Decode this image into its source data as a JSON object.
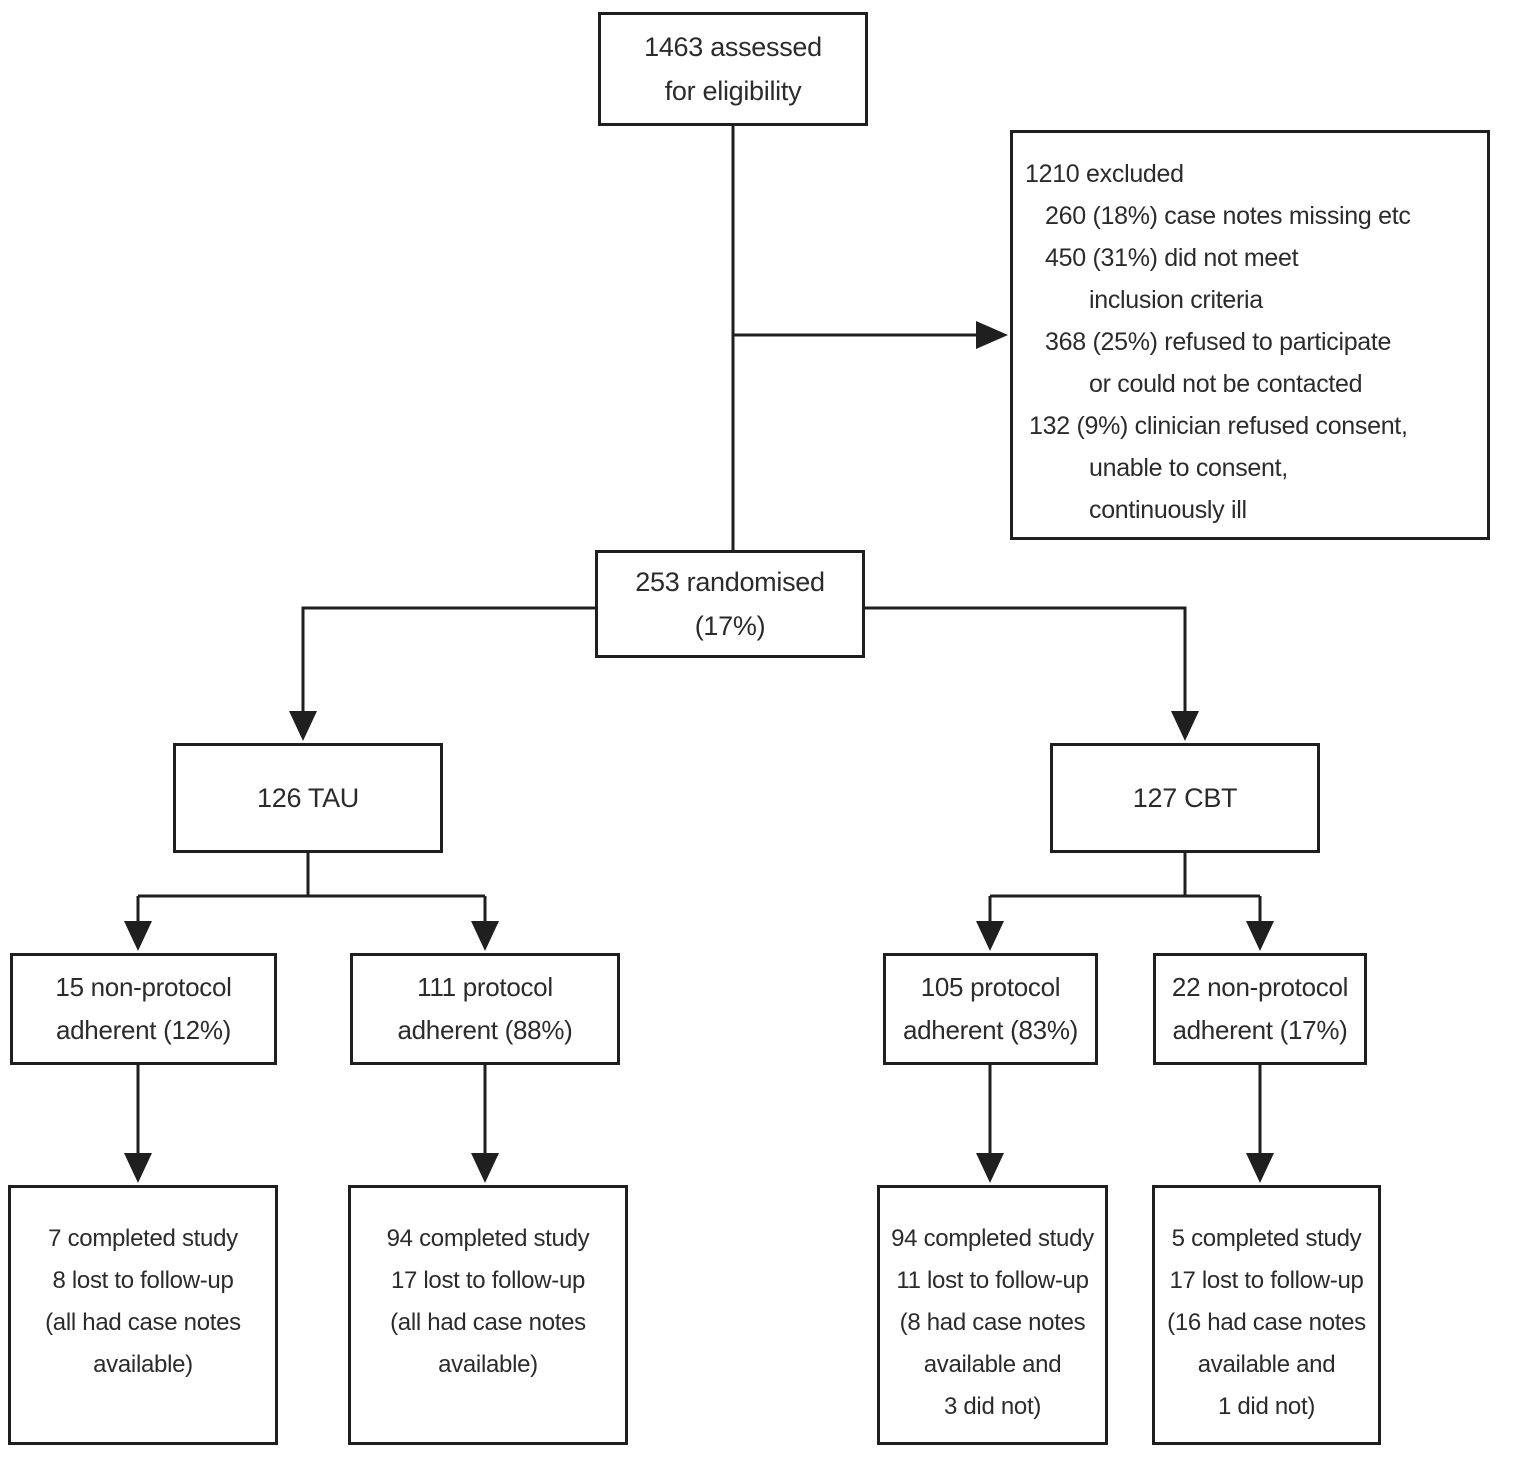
{
  "figure": {
    "title": "Trial flow diagram",
    "colors": {
      "line": "#1f1f1f",
      "background": "#ffffff",
      "text": "#2b2b2b"
    }
  },
  "boxes": {
    "assessed": {
      "lines": [
        "1463 assessed",
        "for eligibility"
      ]
    },
    "excluded": {
      "lines": [
        "1210 excluded",
        "260 (18%) case notes missing etc",
        "450 (31%) did not meet",
        "inclusion criteria",
        "368 (25%) refused to participate",
        "or could not be contacted",
        "132 (9%) clinician refused consent,",
        "unable to consent,",
        "continuously ill"
      ]
    },
    "randomised": {
      "lines": [
        "253 randomised",
        "(17%)"
      ]
    },
    "tau": {
      "lines": [
        "126 TAU"
      ]
    },
    "cbt": {
      "lines": [
        "127 CBT"
      ]
    },
    "tau_nonprotocol": {
      "lines": [
        "15 non-protocol",
        "adherent (12%)"
      ]
    },
    "tau_protocol": {
      "lines": [
        "111 protocol",
        "adherent (88%)"
      ]
    },
    "cbt_protocol": {
      "lines": [
        "105 protocol",
        "adherent (83%)"
      ]
    },
    "cbt_nonprotocol": {
      "lines": [
        "22 non-protocol",
        "adherent (17%)"
      ]
    },
    "tau_nonprotocol_outcome": {
      "lines": [
        "7 completed study",
        "8 lost to follow-up",
        "(all had case notes",
        "available)"
      ]
    },
    "tau_protocol_outcome": {
      "lines": [
        "94 completed study",
        "17 lost to follow-up",
        "(all had case notes",
        "available)"
      ]
    },
    "cbt_protocol_outcome": {
      "lines": [
        "94 completed study",
        "11 lost to follow-up",
        "(8 had case notes",
        "available and",
        "3 did not)"
      ]
    },
    "cbt_nonprotocol_outcome": {
      "lines": [
        "5 completed study",
        "17 lost to follow-up",
        "(16 had case notes",
        "available and",
        "1 did not)"
      ]
    }
  }
}
